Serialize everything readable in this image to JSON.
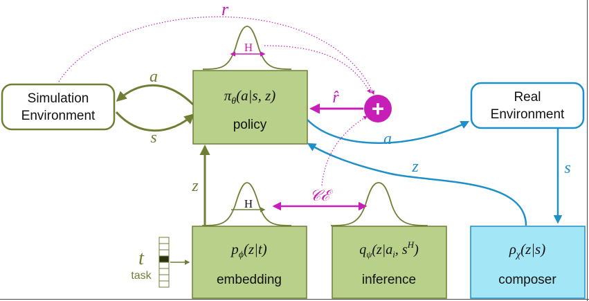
{
  "colors": {
    "olive": "#6e7f35",
    "olive_fill": "#b8d08a",
    "magenta": "#c81eb8",
    "magenta_fill": "#c81eb8",
    "blue": "#1f8fc8",
    "cyan_fill": "#a3e6f5"
  },
  "nodes": {
    "sim_env": {
      "line1": "Simulation",
      "line2": "Environment"
    },
    "real_env": {
      "line1": "Real",
      "line2": "Environment"
    },
    "policy": {
      "formula_main": "π",
      "formula_sub": "θ",
      "formula_rest": "(a|s, z)",
      "label": "policy"
    },
    "embedding": {
      "formula_main": "p",
      "formula_sub": "ϕ",
      "formula_rest": "(z|t)",
      "label": "embedding"
    },
    "inference": {
      "formula_main": "q",
      "formula_sub": "ψ",
      "formula_rest": "(z|a",
      "formula_i": "i",
      "formula_comma": ", s",
      "formula_sup": "H",
      "formula_close": ")",
      "label": "inference"
    },
    "composer": {
      "formula_main": "ρ",
      "formula_sub": "χ",
      "formula_rest": "(z|s)",
      "label": "composer"
    },
    "sum": {
      "symbol": "+"
    }
  },
  "labels": {
    "r": "r",
    "a_top": "a",
    "s_bottom": "s",
    "r_hat": "r̂",
    "a_real": "a",
    "s_real": "s",
    "z_left": "z",
    "z_blue": "z",
    "ce": "𝒞ℰ",
    "H_top": "H",
    "H_bottom": "H",
    "t": "t",
    "task": "task"
  },
  "task_vector": {
    "cells": 8,
    "active_index": 3
  }
}
